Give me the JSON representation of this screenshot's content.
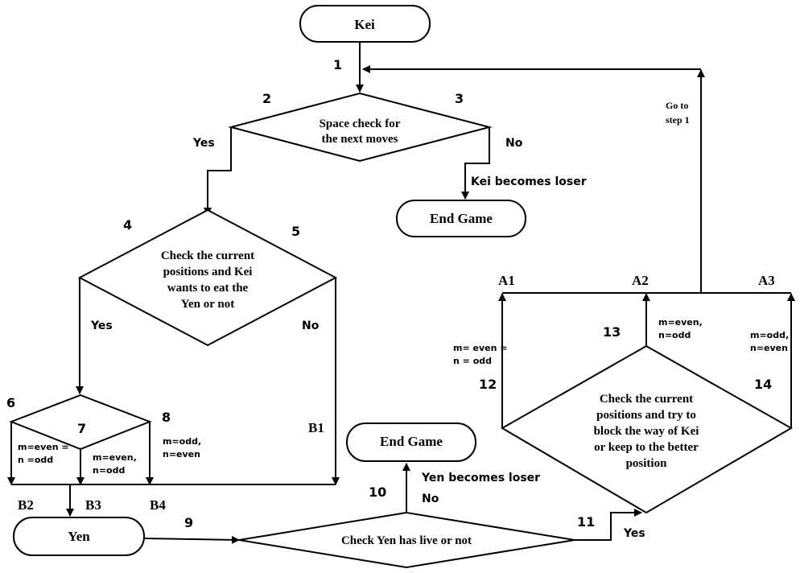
{
  "nodes": {
    "kei": {
      "label": "Kei"
    },
    "space_check": {
      "lines": [
        "Space check for",
        "the next moves"
      ]
    },
    "end_game_kei": {
      "label": "End Game"
    },
    "kei_eat_check": {
      "lines": [
        "Check the current",
        "positions and Kei",
        "wants to eat the",
        "Yen or not"
      ]
    },
    "parity_split": {
      "label": "7"
    },
    "yen": {
      "label": "Yen"
    },
    "yen_live_check": {
      "label": "Check Yen has live or not"
    },
    "end_game_yen": {
      "label": "End Game"
    },
    "block_check": {
      "lines": [
        "Check the current",
        "positions and try to",
        "block the way of Kei",
        "or keep to the better",
        "position"
      ]
    }
  },
  "step_numbers": {
    "s1": "1",
    "s2": "2",
    "s3": "3",
    "s4": "4",
    "s5": "5",
    "s6": "6",
    "s8": "8",
    "s9": "9",
    "s10": "10",
    "s11": "11",
    "s12": "12",
    "s13": "13",
    "s14": "14"
  },
  "edge_labels": {
    "space_yes": "Yes",
    "space_no": "No",
    "kei_loser": "Kei becomes loser",
    "eat_yes": "Yes",
    "eat_no": "No",
    "yen_loser": "Yen becomes loser",
    "yen_no": "No",
    "yen_yes": "Yes",
    "go_to_step_1": [
      "Go to",
      "step 1"
    ]
  },
  "branch_labels": {
    "A1": "A1",
    "A2": "A2",
    "A3": "A3",
    "B1": "B1",
    "B2": "B2",
    "B3": "B3",
    "B4": "B4"
  },
  "conditions": {
    "b2_cond": [
      "m=even =",
      "n =odd"
    ],
    "b3_cond": [
      "m=even,",
      "n=odd"
    ],
    "b4_cond": [
      "m=odd,",
      "n=even"
    ],
    "a1_cond": [
      "m= even =",
      "n = odd"
    ],
    "a2_cond": [
      "m=even,",
      "n=odd"
    ],
    "a3_cond": [
      "m=odd,",
      "n=even"
    ]
  }
}
